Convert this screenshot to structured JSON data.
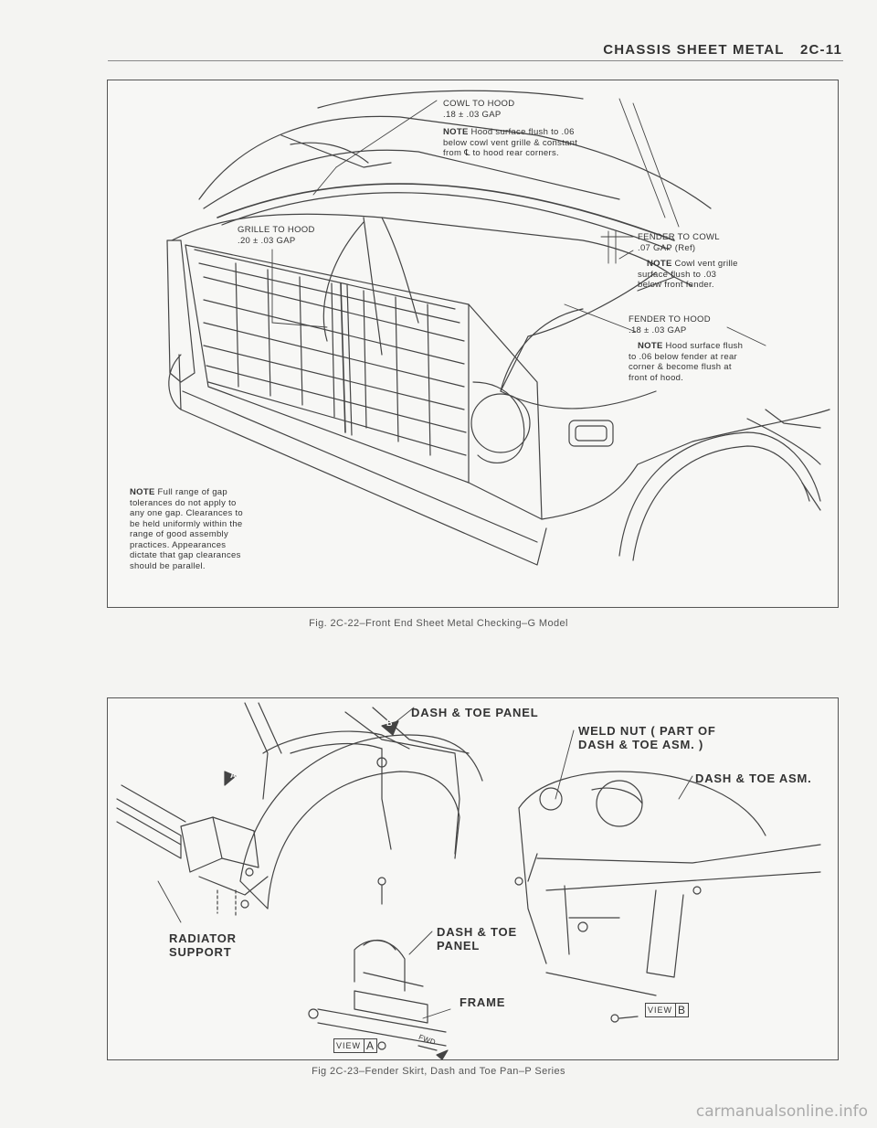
{
  "header": {
    "title": "CHASSIS SHEET METAL",
    "page": "2C-11"
  },
  "figure1": {
    "caption": "Fig. 2C-22–Front End Sheet Metal Checking–G Model",
    "cowl_to_hood": {
      "title": "COWL TO HOOD",
      "gap": ".18 ± .03 GAP",
      "note_label": "NOTE",
      "note_l1": "Hood surface flush to .06",
      "note_l2": "below cowl vent grille & constant",
      "note_l3": "from ℄ to hood rear corners."
    },
    "grille_to_hood": {
      "title": "GRILLE TO HOOD",
      "gap": ".20 ± .03 GAP"
    },
    "fender_to_cowl": {
      "title": "FENDER TO COWL",
      "gap": ".07 GAP (Ref)",
      "note_label": "NOTE",
      "note_l1": "Cowl vent grille",
      "note_l2": "surface flush to .03",
      "note_l3": "below front fender."
    },
    "fender_to_hood": {
      "title": "FENDER TO HOOD",
      "gap": ".18 ± .03 GAP",
      "note_label": "NOTE",
      "note_l1": "Hood surface flush",
      "note_l2": "to .06 below fender at rear",
      "note_l3": "corner & become flush at",
      "note_l4": "front of hood."
    },
    "general_note": {
      "note_label": "NOTE",
      "l1": "Full range of gap",
      "l2": "tolerances do not apply to",
      "l3": "any one gap. Clearances to",
      "l4": "be held uniformly within the",
      "l5": "range of good assembly",
      "l6": "practices. Appearances",
      "l7": "dictate that gap clearances",
      "l8": "should be parallel."
    }
  },
  "figure2": {
    "caption": "Fig 2C-23–Fender Skirt, Dash and Toe Pan–P Series",
    "dash_toe_panel_top": "DASH & TOE PANEL",
    "weld_nut_l1": "WELD NUT ( PART OF",
    "weld_nut_l2": "DASH & TOE ASM. )",
    "dash_toe_asm": "DASH & TOE ASM.",
    "radiator_l1": "RADIATOR",
    "radiator_l2": "SUPPORT",
    "dash_toe_l1": "DASH & TOE",
    "dash_toe_l2": "PANEL",
    "frame": "FRAME",
    "view_word": "VIEW",
    "view_a": "A",
    "view_b": "B",
    "callout_a": "A",
    "callout_b": "B",
    "fwd": "FWD"
  },
  "footer": "carmanualsonline.info"
}
